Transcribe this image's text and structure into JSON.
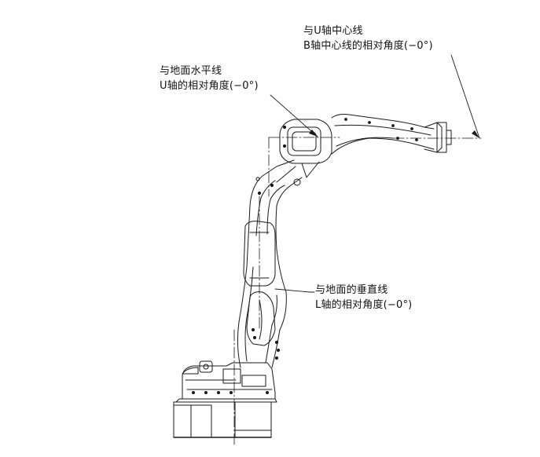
{
  "annotations": {
    "u_axis": {
      "line1": "与地面水平线",
      "line2": "U轴的相对角度(−0°)"
    },
    "b_axis": {
      "line1": "与U轴中心线",
      "line2": "B轴中心线的相对角度(−0°)"
    },
    "l_axis": {
      "line1": "与地面的垂直线",
      "line2": "L轴的相对角度(−0°)"
    }
  },
  "colors": {
    "stroke": "#1a1a1a",
    "background": "#ffffff"
  }
}
